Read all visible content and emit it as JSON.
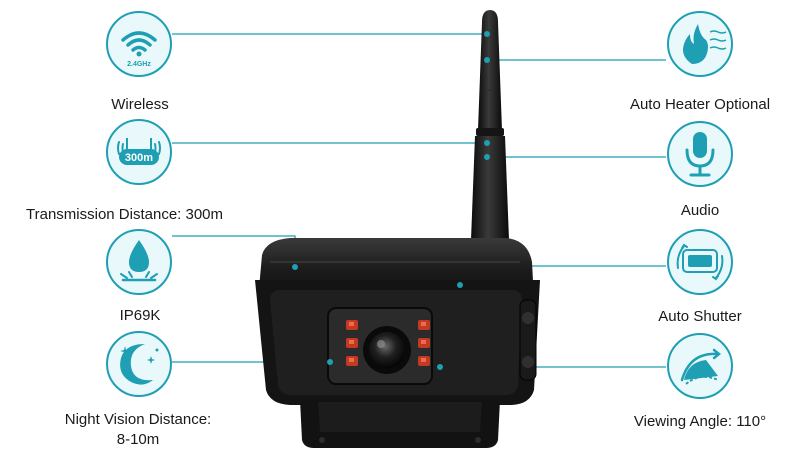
{
  "colors": {
    "accent": "#1e9fb3",
    "icon_fill": "#e9f8fb",
    "camera_body": "#1b1b1b",
    "text": "#1a1a1a"
  },
  "features_left": [
    {
      "label": "Wireless",
      "icon": "wifi-icon",
      "icon_text": "2.4GHz"
    },
    {
      "label": "Transmission Distance: 300m",
      "icon": "signal-range-icon",
      "icon_text": "300m"
    },
    {
      "label": "IP69K",
      "icon": "water-drop-icon"
    },
    {
      "label_line1": "Night Vision Distance:",
      "label_line2": "8-10m",
      "icon": "moon-stars-icon"
    }
  ],
  "features_right": [
    {
      "label": "Auto Heater Optional",
      "icon": "flame-heat-icon"
    },
    {
      "label": "Audio",
      "icon": "microphone-icon"
    },
    {
      "label": "Auto Shutter",
      "icon": "shutter-rotate-icon"
    },
    {
      "label": "Viewing Angle: 110°",
      "icon": "viewing-angle-icon"
    }
  ]
}
